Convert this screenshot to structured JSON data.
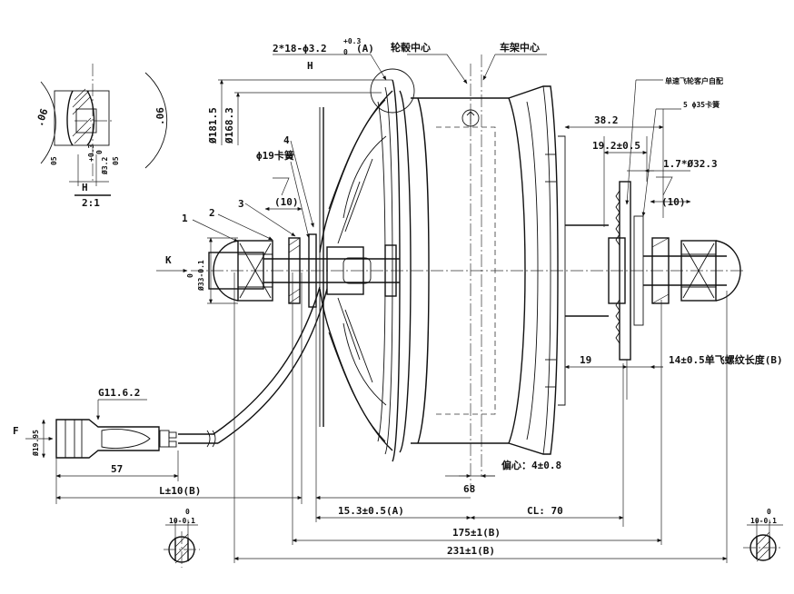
{
  "labels": {
    "holes": "2*18-ϕ3.2",
    "holes_tol_upper": "+0.3",
    "holes_tol_lower": "0",
    "holes_suffix": "(A)",
    "h_top": "H",
    "hub_center": "轮毂中心",
    "frame_center": "车架中心",
    "single_freewheel": "单速飞轮客户自配",
    "clip35": "5 ϕ35卡簧",
    "d1815": "Ø181.5",
    "d1683": "Ø168.3",
    "dim_382": "38.2",
    "dim_192": "19.2±0.5",
    "dim_17": "1.7*Ø32.3",
    "clip19": "ϕ19卡簧",
    "part4": "4",
    "part3": "3",
    "part2": "2",
    "part1": "1",
    "ten_left": "(10)",
    "ten_right": "(10)",
    "k": "K",
    "d33": "Ø33-0.1",
    "d33_upper": "0",
    "dim_19": "19",
    "thread_len": "14±0.5单飞螺纹长度(B)",
    "detail_06a": ".06",
    "detail_06b": ".06",
    "detail_05a": "05",
    "detail_05b": "05",
    "detail_032": "Ø3.2",
    "detail_032_tol": "+0.3",
    "detail_032_tol2": "0",
    "detail_h": "H",
    "detail_scale": "2:1",
    "connector": "G11.6.2",
    "f": "F",
    "d1995": "Ø19.95",
    "dim_57": "57",
    "l_len": "L±10(B)",
    "dim_68": "68",
    "eccentric": "偏心：4±0.8",
    "dim_153": "15.3±0.5(A)",
    "cl": "CL: 70",
    "dim_175": "175±1(B)",
    "dim_231": "231±1(B)",
    "sec_left": "10-0.1",
    "sec_left_upper": "0",
    "sec_right": "10-0.1",
    "sec_right_upper": "0"
  }
}
